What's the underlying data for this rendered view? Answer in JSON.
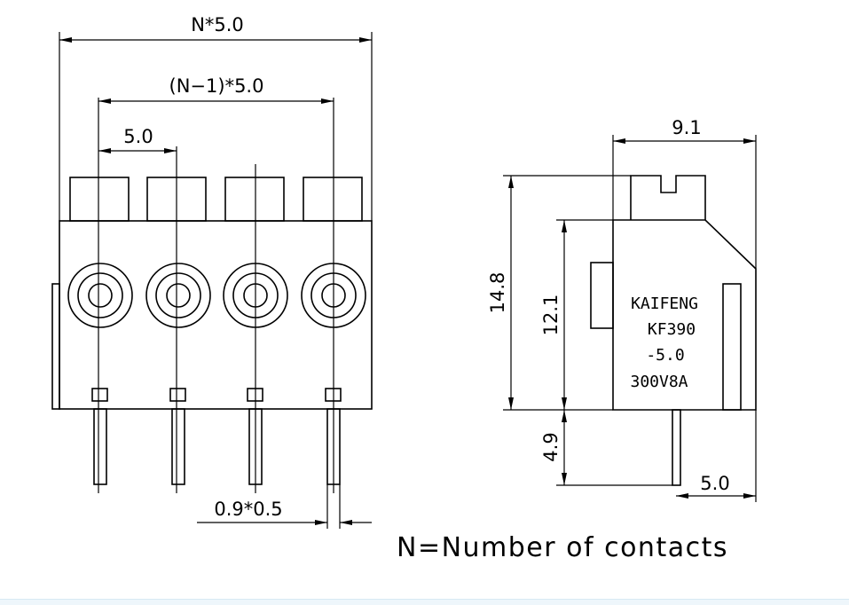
{
  "front_view": {
    "dims": {
      "overall_width": "N*5.0",
      "pitch_span": "(N−1)*5.0",
      "pitch": "5.0",
      "pin_size": "0.9*0.5"
    },
    "contacts_shown": 4
  },
  "side_view": {
    "dims": {
      "width": "9.1",
      "total_height": "14.8",
      "body_height": "12.1",
      "pin_length": "4.9",
      "pin_offset": "5.0"
    },
    "marking_lines": [
      "KAIFENG",
      "KF390",
      "-5.0",
      "300V8A"
    ]
  },
  "note": "N=Number of contacts"
}
